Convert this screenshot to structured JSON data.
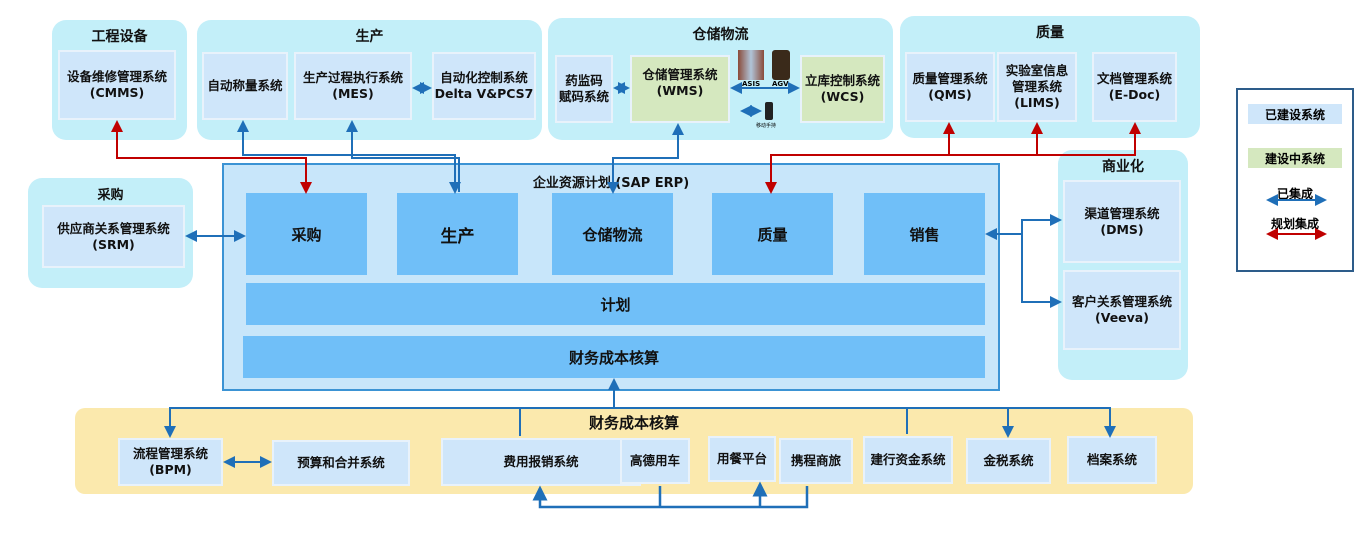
{
  "groups": {
    "equipment": {
      "title": "工程设备",
      "cmms": "设备维修管理系统\n(CMMS)"
    },
    "production": {
      "title": "生产",
      "weighing": "自动称量系统",
      "mes": "生产过程执行系统\n(MES)",
      "dcs": "自动化控制系统\nDelta V&PCS7"
    },
    "warehouse": {
      "title": "仓储物流",
      "drug_code": "药监码\n赋码系统",
      "wms": "仓储管理系统\n(WMS)",
      "wcs": "立库控制系统\n(WCS)",
      "asis": "ASIS",
      "agv": "AGV",
      "handheld": "移动手持"
    },
    "quality": {
      "title": "质量",
      "qms": "质量管理系统\n(QMS)",
      "lims": "实验室信息\n管理系统\n(LIMS)",
      "edoc": "文档管理系统\n(E-Doc)"
    },
    "purchasing": {
      "title": "采购",
      "srm": "供应商关系管理系统\n(SRM)"
    },
    "commercial": {
      "title": "商业化",
      "dms": "渠道管理系统\n(DMS)",
      "crm": "客户关系管理系统\n(Veeva)"
    }
  },
  "erp": {
    "title": "企业资源计划 (SAP ERP)",
    "modules": [
      "采购",
      "生产",
      "仓储物流",
      "质量",
      "销售"
    ],
    "planning": "计划",
    "finance": "财务成本核算"
  },
  "finance_group": {
    "title": "财务成本核算",
    "systems": [
      "流程管理系统\n(BPM)",
      "预算和合并系统",
      "费用报销系统",
      "高德用车",
      "用餐平台",
      "携程商旅",
      "建行资金系统",
      "金税系统",
      "档案系统"
    ]
  },
  "legend": {
    "built": "已建设系统",
    "building": "建设中系统",
    "integrated": "已集成",
    "planned": "规划集成"
  },
  "colors": {
    "built": "#cfe6fa",
    "building": "#d5e8bf",
    "integrated": "#1f6fb8",
    "planned": "#c00000",
    "group": "#c3eff9",
    "module": "#70bff8",
    "finance": "#fbe9ad"
  }
}
